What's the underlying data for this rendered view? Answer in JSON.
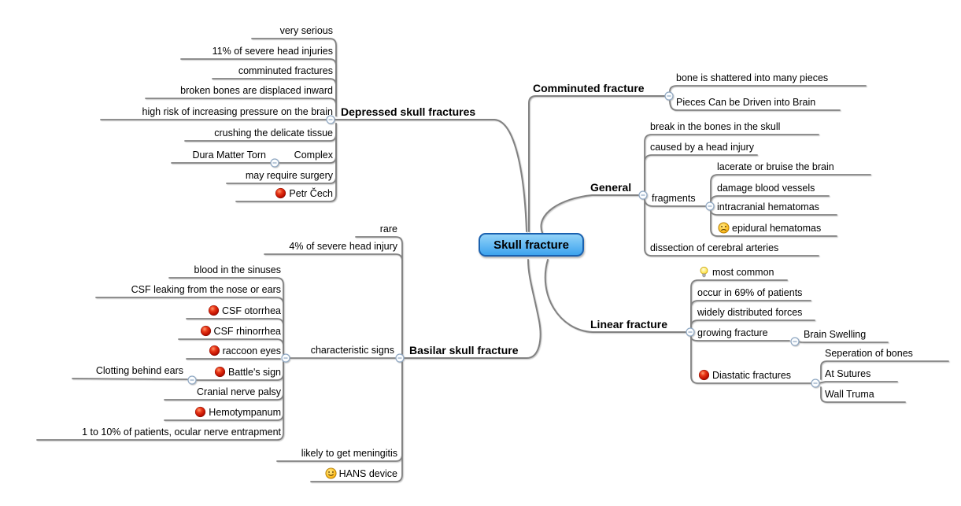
{
  "map": {
    "root": "Skull fracture",
    "right": [
      {
        "label": "Comminuted fracture",
        "children": [
          {
            "label": "bone is shattered into many pieces"
          },
          {
            "label": "Pieces Can be Driven into Brain"
          }
        ]
      },
      {
        "label": "General",
        "children": [
          {
            "label": "break in the bones in the skull"
          },
          {
            "label": "caused by a head injury"
          },
          {
            "label": "fragments",
            "children": [
              {
                "label": "lacerate or bruise the brain"
              },
              {
                "label": "damage blood vessels"
              },
              {
                "label": "intracranial hematomas"
              },
              {
                "label": "epidural hematomas",
                "icon": "sad-smiley"
              }
            ]
          },
          {
            "label": "dissection of cerebral arteries"
          }
        ]
      },
      {
        "label": "Linear fracture",
        "children": [
          {
            "label": "most common",
            "icon": "lightbulb"
          },
          {
            "label": "occur in 69% of patients"
          },
          {
            "label": "widely distributed forces"
          },
          {
            "label": "growing fracture",
            "children": [
              {
                "label": "Brain Swelling"
              }
            ]
          },
          {
            "label": "Diastatic fractures",
            "icon": "red-ball",
            "children": [
              {
                "label": "Seperation of bones"
              },
              {
                "label": "At Sutures"
              },
              {
                "label": "Wall Truma"
              }
            ]
          }
        ]
      }
    ],
    "left": [
      {
        "label": "Depressed skull fractures",
        "children": [
          {
            "label": "very serious"
          },
          {
            "label": "11% of severe head injuries"
          },
          {
            "label": "comminuted fractures"
          },
          {
            "label": "broken bones are displaced inward"
          },
          {
            "label": "high risk of increasing pressure on the brain"
          },
          {
            "label": "crushing the delicate tissue"
          },
          {
            "label": "Complex",
            "children": [
              {
                "label": "Dura Matter Torn"
              }
            ]
          },
          {
            "label": "may require surgery"
          },
          {
            "label": "Petr Čech",
            "icon": "red-ball"
          }
        ]
      },
      {
        "label": "Basilar skull fracture",
        "children": [
          {
            "label": "rare"
          },
          {
            "label": "4% of severe head injury"
          },
          {
            "label": "characteristic signs",
            "children": [
              {
                "label": "blood in the sinuses"
              },
              {
                "label": "CSF leaking from the nose or ears"
              },
              {
                "label": "CSF otorrhea",
                "icon": "red-ball"
              },
              {
                "label": "CSF rhinorrhea",
                "icon": "red-ball"
              },
              {
                "label": "raccoon eyes",
                "icon": "red-ball"
              },
              {
                "label": "Battle's sign",
                "icon": "red-ball",
                "children": [
                  {
                    "label": "Clotting behind ears"
                  }
                ]
              },
              {
                "label": "Cranial nerve palsy"
              },
              {
                "label": "Hemotympanum",
                "icon": "red-ball"
              },
              {
                "label": "1 to 10% of patients, ocular nerve entrapment"
              }
            ]
          },
          {
            "label": "likely to get meningitis"
          },
          {
            "label": "HANS device",
            "icon": "happy-smiley"
          }
        ]
      }
    ],
    "colors": {
      "root_fill_top": "#92d3f8",
      "root_fill_bottom": "#3da3ee",
      "root_border": "#1a61af",
      "edge": "#828282",
      "text": "#000000",
      "red_ball": "#c01000",
      "smiley": "#ffc62e",
      "lightbulb": "#ffec6a"
    }
  }
}
